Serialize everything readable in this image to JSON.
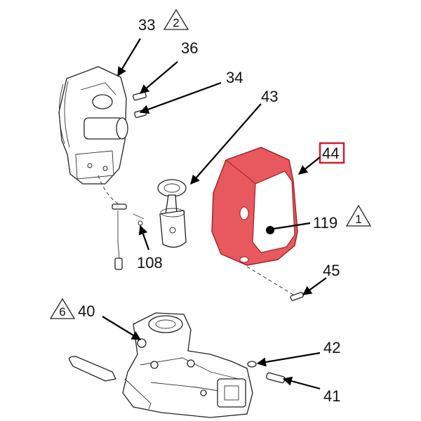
{
  "diagram": {
    "callouts": {
      "c33": "33",
      "c36": "36",
      "c34": "34",
      "c43": "43",
      "c44": "44",
      "c119": "119",
      "c45": "45",
      "c40": "40",
      "c42": "42",
      "c41": "41",
      "c108": "108"
    },
    "warning_triangles": {
      "t2": "2",
      "t1": "1",
      "t6": "6"
    },
    "highlight": {
      "part": "44",
      "fill_color": "#e8585f",
      "box_color": "#d01f2a"
    }
  }
}
